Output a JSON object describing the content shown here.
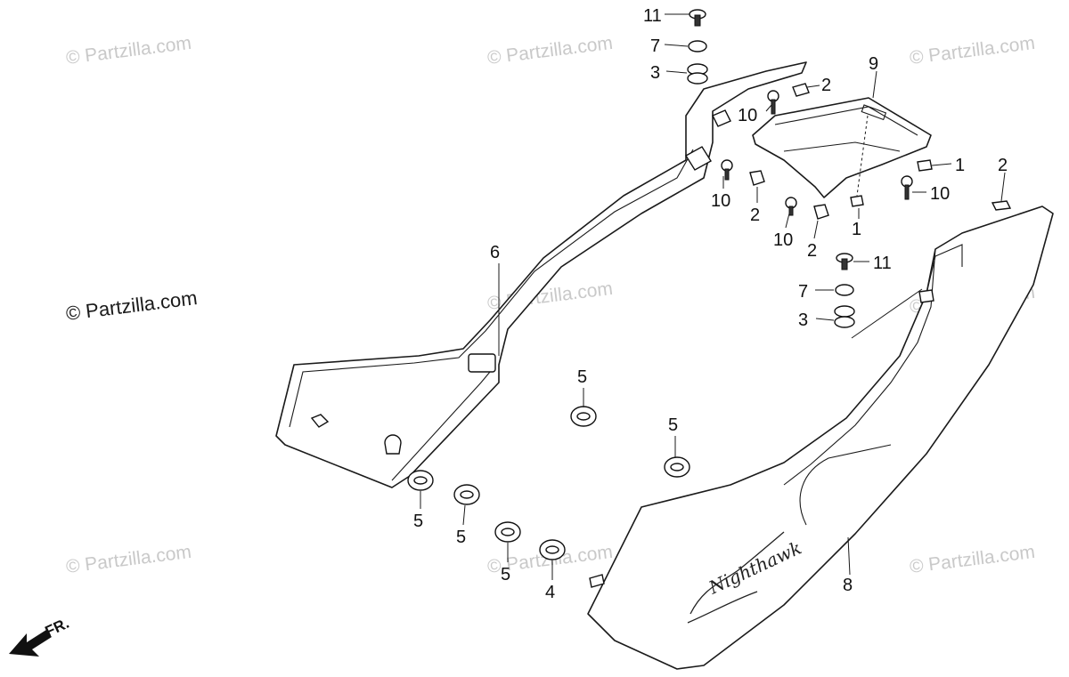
{
  "watermark": "© Partzilla.com",
  "direction_label": "FR.",
  "emblem_text": "Nighthawk",
  "callouts": [
    "1",
    "2",
    "3",
    "4",
    "5",
    "6",
    "7",
    "8",
    "9",
    "10",
    "11"
  ]
}
